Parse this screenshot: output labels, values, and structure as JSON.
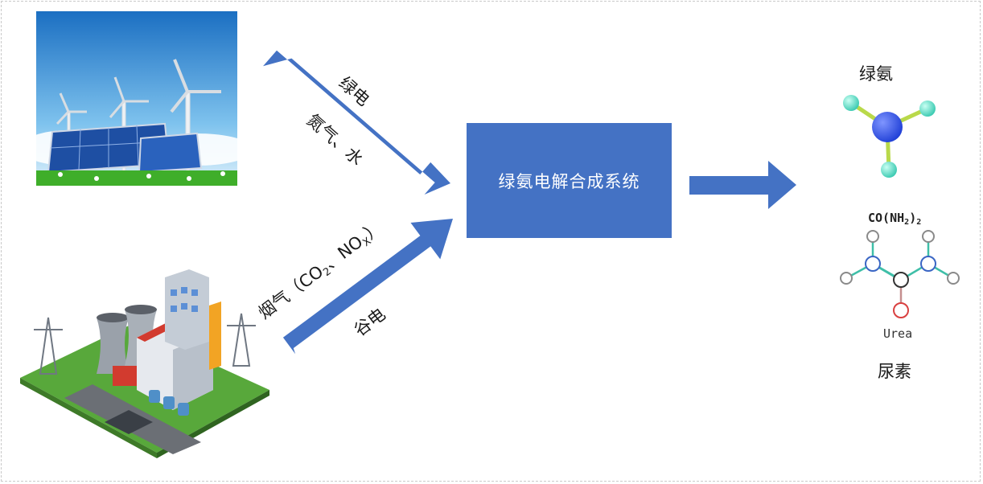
{
  "system_box": {
    "label": "绿氨电解合成系统"
  },
  "inputs": {
    "top": {
      "line1": "绿电",
      "line2": "氮气、水"
    },
    "bottom": {
      "flue_prefix": "烟气（CO",
      "co2_sub": "2",
      "flue_mid": "、NO",
      "nox_sub": "X",
      "flue_suffix": "）",
      "valley_power": "谷电"
    }
  },
  "products": {
    "ammonia": {
      "label": "绿氨"
    },
    "urea": {
      "formula_prefix": "CO(NH",
      "formula_sub": "2",
      "formula_suffix": ")",
      "formula_tail_sub": "2",
      "caption": "Urea",
      "label": "尿素"
    }
  },
  "colors": {
    "box": "#4472c4",
    "arrow": "#4472c4",
    "nitrogen_atom": "#1f3fd6",
    "hydrogen_atom": "#56e0c9",
    "bond": "#b9d94a",
    "urea_bond": "#3fbfa8",
    "oxygen_ring": "#d94040"
  },
  "icons": [
    "renewable-energy-illustration",
    "power-plant-illustration",
    "ammonia-molecule-icon",
    "urea-molecule-icon"
  ]
}
